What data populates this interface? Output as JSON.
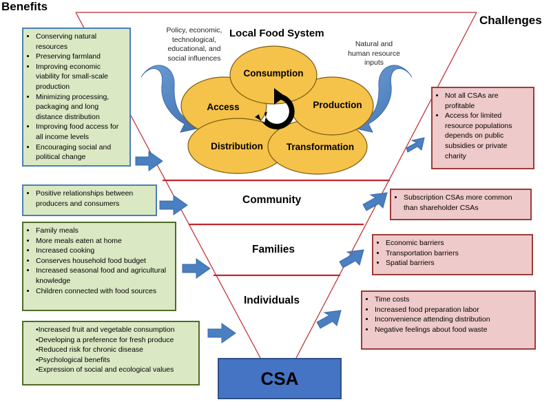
{
  "headings": {
    "benefits": "Benefits",
    "challenges": "Challenges",
    "local_food_system": "Local Food System"
  },
  "influences": {
    "left": "Policy, economic, technological, educational, and social influences",
    "right": "Natural and human resource inputs"
  },
  "cycle": {
    "consumption": "Consumption",
    "access": "Access",
    "production": "Production",
    "distribution": "Distribution",
    "transformation": "Transformation"
  },
  "levels": {
    "community": "Community",
    "families": "Families",
    "individuals": "Individuals",
    "csa": "CSA"
  },
  "benefits": {
    "food_system": [
      "Conserving natural resources",
      "Preserving farmland",
      "Improving economic viability for small-scale production",
      "Minimizing processing, packaging and long distance distribution",
      "Improving food access for all income levels",
      "Encouraging social and political change"
    ],
    "community": [
      "Positive relationships between producers and consumers"
    ],
    "families": [
      "Family meals",
      "More meals eaten at home",
      "Increased  cooking",
      "Conserves household food budget",
      "Increased  seasonal food and agricultural knowledge",
      "Children connected with food sources"
    ],
    "individuals": [
      "•Increased fruit and vegetable consumption",
      "•Developing a preference for fresh produce",
      "•Reduced risk for chronic disease",
      "•Psychological benefits",
      "•Expression of social and ecological values"
    ]
  },
  "challenges": {
    "food_system": [
      "Not all CSAs are profitable",
      "Access for limited resource populations depends on public subsidies or private charity"
    ],
    "community": [
      "Subscription CSAs more common than shareholder CSAs"
    ],
    "families": [
      "Economic barriers",
      "Transportation barriers",
      "Spatial barriers"
    ],
    "individuals": [
      "Time costs",
      "Increased food preparation labor",
      "Inconvenience attending distribution",
      "Negative feelings about food waste"
    ]
  },
  "colors": {
    "benefit_fill": "#dbe8c4",
    "benefit_border": "#4f6b28",
    "challenge_fill": "#efcaca",
    "challenge_border": "#9a3b3b",
    "petal_fill": "#f5c24a",
    "arrow": "#4a7fc1",
    "csa_fill": "#4574c4",
    "divider": "#c0272d"
  }
}
